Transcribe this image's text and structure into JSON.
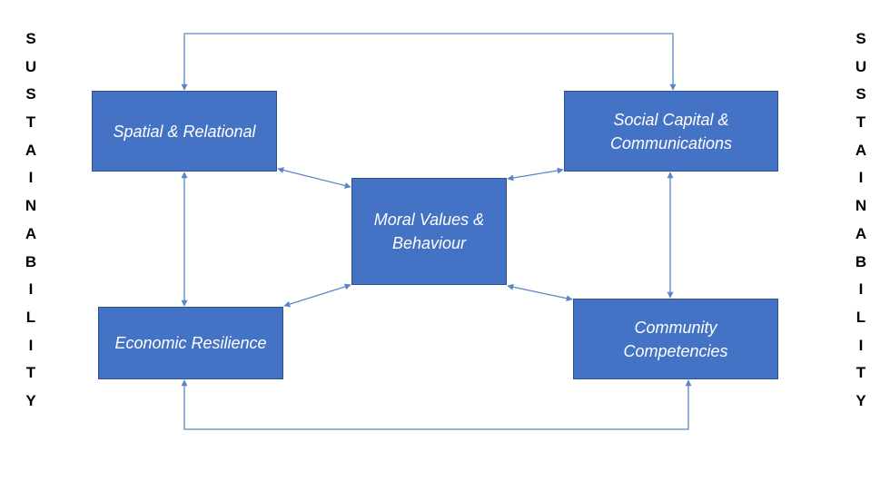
{
  "diagram": {
    "side_word": "SUSTAINABILITY",
    "nodes": {
      "spatial": "Spatial & Relational",
      "social": "Social Capital &\nCommunications",
      "moral": "Moral Values &\nBehaviour",
      "economic": "Economic Resilience",
      "community": "Community\nCompetencies"
    },
    "edges": [
      {
        "from": "spatial",
        "to": "social",
        "route": "top-loop",
        "arrows": "both"
      },
      {
        "from": "economic",
        "to": "community",
        "route": "bottom-loop",
        "arrows": "both"
      },
      {
        "from": "spatial",
        "to": "economic",
        "route": "straight",
        "arrows": "both"
      },
      {
        "from": "social",
        "to": "community",
        "route": "straight",
        "arrows": "both"
      },
      {
        "from": "moral",
        "to": "spatial",
        "route": "straight",
        "arrows": "both"
      },
      {
        "from": "moral",
        "to": "social",
        "route": "straight",
        "arrows": "both"
      },
      {
        "from": "moral",
        "to": "economic",
        "route": "straight",
        "arrows": "both"
      },
      {
        "from": "moral",
        "to": "community",
        "route": "straight",
        "arrows": "both"
      }
    ],
    "colors": {
      "box_fill": "#4472c4",
      "box_border": "#2f528f",
      "box_text": "#ffffff",
      "connector": "#5b85c8",
      "side_text": "#000000"
    }
  }
}
